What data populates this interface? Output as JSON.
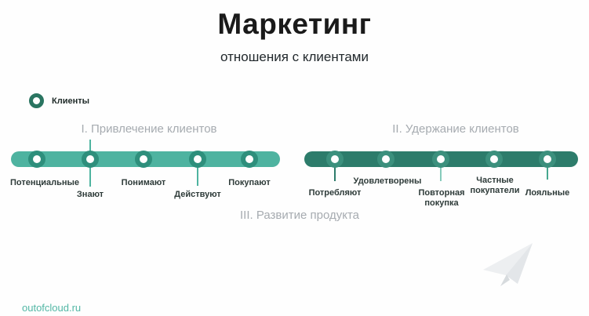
{
  "header": {
    "title": "Маркетинг",
    "subtitle": "отношения с клиентами"
  },
  "legend": {
    "label": "Клиенты",
    "ring_color": "#2a7561"
  },
  "sections": {
    "attraction": "I. Привлечение клиентов",
    "retention": "II. Удержание клиентов",
    "development": "III. Развитие продукта"
  },
  "timelines": [
    {
      "name": "Привлечение клиентов",
      "bar_color": "#4eb3a0",
      "marker_ring_color": "#2e8f7c",
      "milestones": [
        "Потенциальные",
        "Знают",
        "Понимают",
        "Действуют",
        "Покупают"
      ]
    },
    {
      "name": "Удержание клиентов",
      "bar_color": "#2d7c6b",
      "marker_ring_color": "#3c907d",
      "milestones": [
        "Потребляют",
        "Удовлетворены",
        "Повторная покупка",
        "Частные покупатели",
        "Лояльные"
      ]
    }
  ],
  "footer": {
    "website": "outofcloud.ru",
    "link_color": "#52b7a5"
  }
}
